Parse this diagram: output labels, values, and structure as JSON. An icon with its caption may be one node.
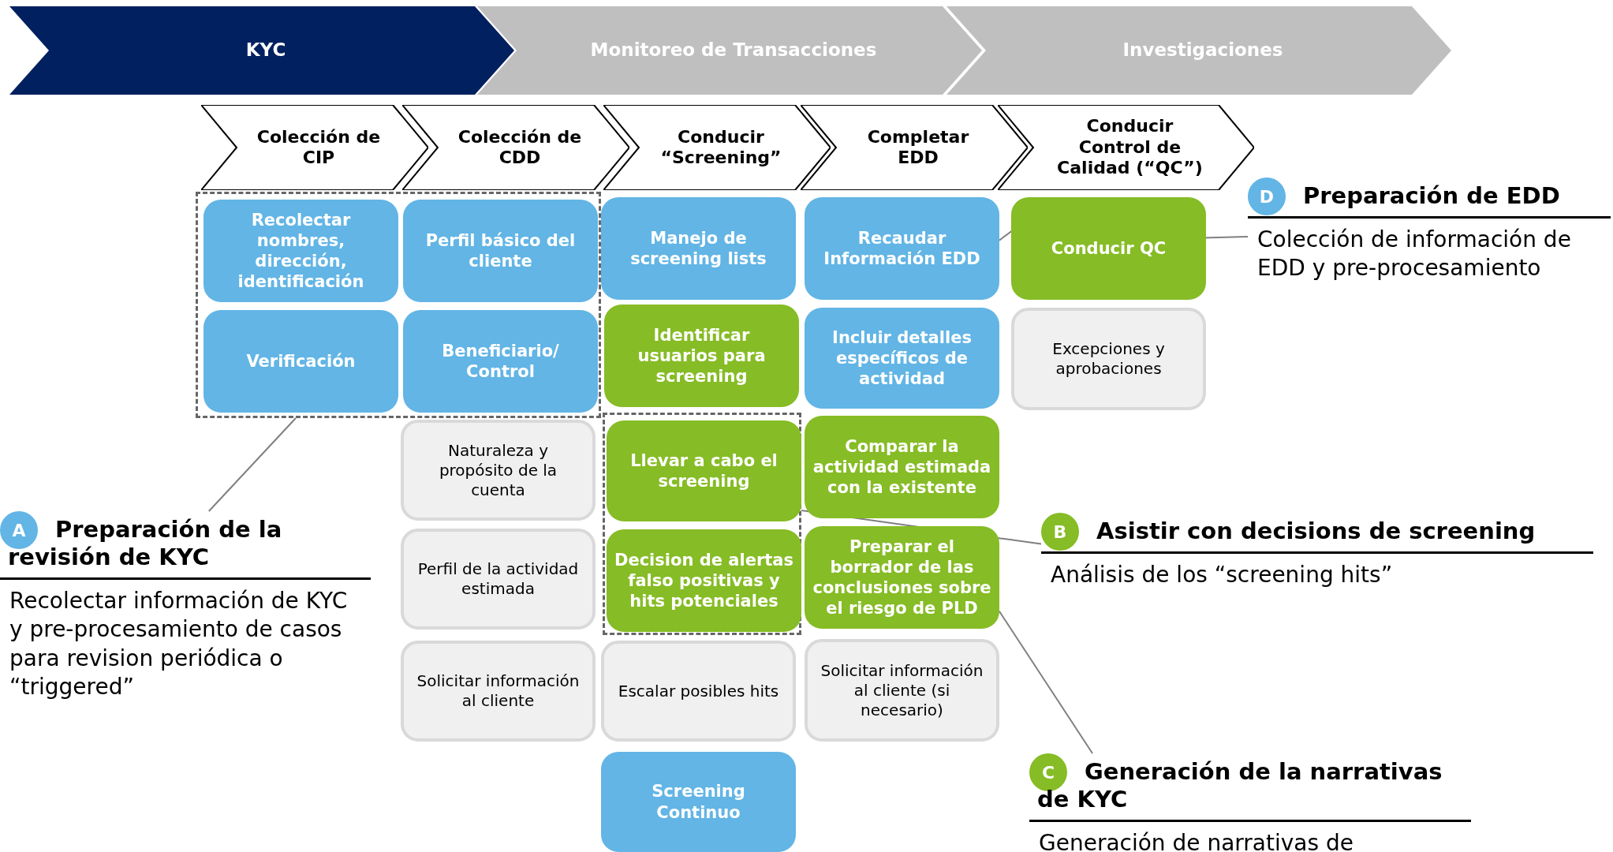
{
  "diagram": {
    "nodes": [
      {
        "text": [
          "KYC"
        ]
      },
      {
        "text": [
          "Monitoreo de Transacciones"
        ]
      },
      {
        "text": [
          "Investigaciones"
        ]
      },
      {
        "text": [
          "Colección de CIP"
        ]
      },
      {
        "text": [
          "Colección de CDD"
        ]
      },
      {
        "text": [
          "Conducir “Screening”"
        ]
      },
      {
        "text": [
          "Completar EDD"
        ]
      },
      {
        "text": [
          "Conducir Control de Calidad (“QC”)"
        ]
      },
      {
        "text": [],
        "shape": "box"
      },
      {
        "text": [
          "Recolectar nombres, dirección, identificación"
        ],
        "in": 8
      },
      {
        "text": [
          "Perfil básico del cliente"
        ],
        "in": 8
      },
      {
        "text": [
          "Verificación"
        ],
        "in": 8
      },
      {
        "text": [
          "Beneficiario/ Control"
        ],
        "in": 8
      },
      {
        "text": [
          "Naturaleza y propósito de la cuenta"
        ]
      },
      {
        "text": [
          "Perfil de la actividad estimada"
        ]
      },
      {
        "text": [
          "Solicitar información al cliente"
        ]
      },
      {
        "text": [
          "Manejo de screening lists"
        ]
      },
      {
        "text": [
          "Identificar usuarios para screening"
        ]
      },
      {
        "text": [],
        "shape": "box"
      },
      {
        "text": [
          "Llevar a cabo el screening"
        ],
        "in": 18
      },
      {
        "text": [
          "Decision  de alertas falso positivas y hits potenciales"
        ],
        "in": 18
      },
      {
        "text": [
          "Escalar posibles hits"
        ]
      },
      {
        "text": [
          "Screening Continuo"
        ]
      },
      {
        "text": [
          "Recaudar Información EDD"
        ]
      },
      {
        "text": [
          "Incluir detalles específicos de actividad"
        ]
      },
      {
        "text": [
          "Comparar la actividad estimada con la existente"
        ]
      },
      {
        "text": [
          "Preparar el borrador de las conclusiones sobre el riesgo de PLD"
        ]
      },
      {
        "text": [
          "Solicitar información al cliente (si necesario)"
        ]
      },
      {
        "text": [
          "Conducir QC"
        ]
      },
      {
        "text": [
          "Excepciones y aprobaciones"
        ]
      },
      {
        "text": [
          "A",
          "Preparación de la revisión de KYC",
          "Recolectar información de KYC y pre-procesamiento de casos para revision periódica o “triggered”"
        ]
      },
      {
        "text": [
          "B",
          "Asistir con decisions de screening",
          "Análisis de los “screening hits”"
        ]
      },
      {
        "text": [
          "C",
          "Generación de la narrativas de KYC",
          "Generación de narrativas de"
        ]
      },
      {
        "text": [
          "D",
          "Preparación de EDD",
          "Colección de información de EDD y pre-procesamiento"
        ]
      }
    ],
    "edges": [
      {
        "from": 30,
        "to": 8,
        "arrow": "none"
      },
      {
        "from": 31,
        "to": 18,
        "arrow": "none"
      },
      {
        "from": 32,
        "to": 26,
        "arrow": "none"
      },
      {
        "from": 33,
        "to": 23,
        "arrow": "none"
      }
    ]
  }
}
